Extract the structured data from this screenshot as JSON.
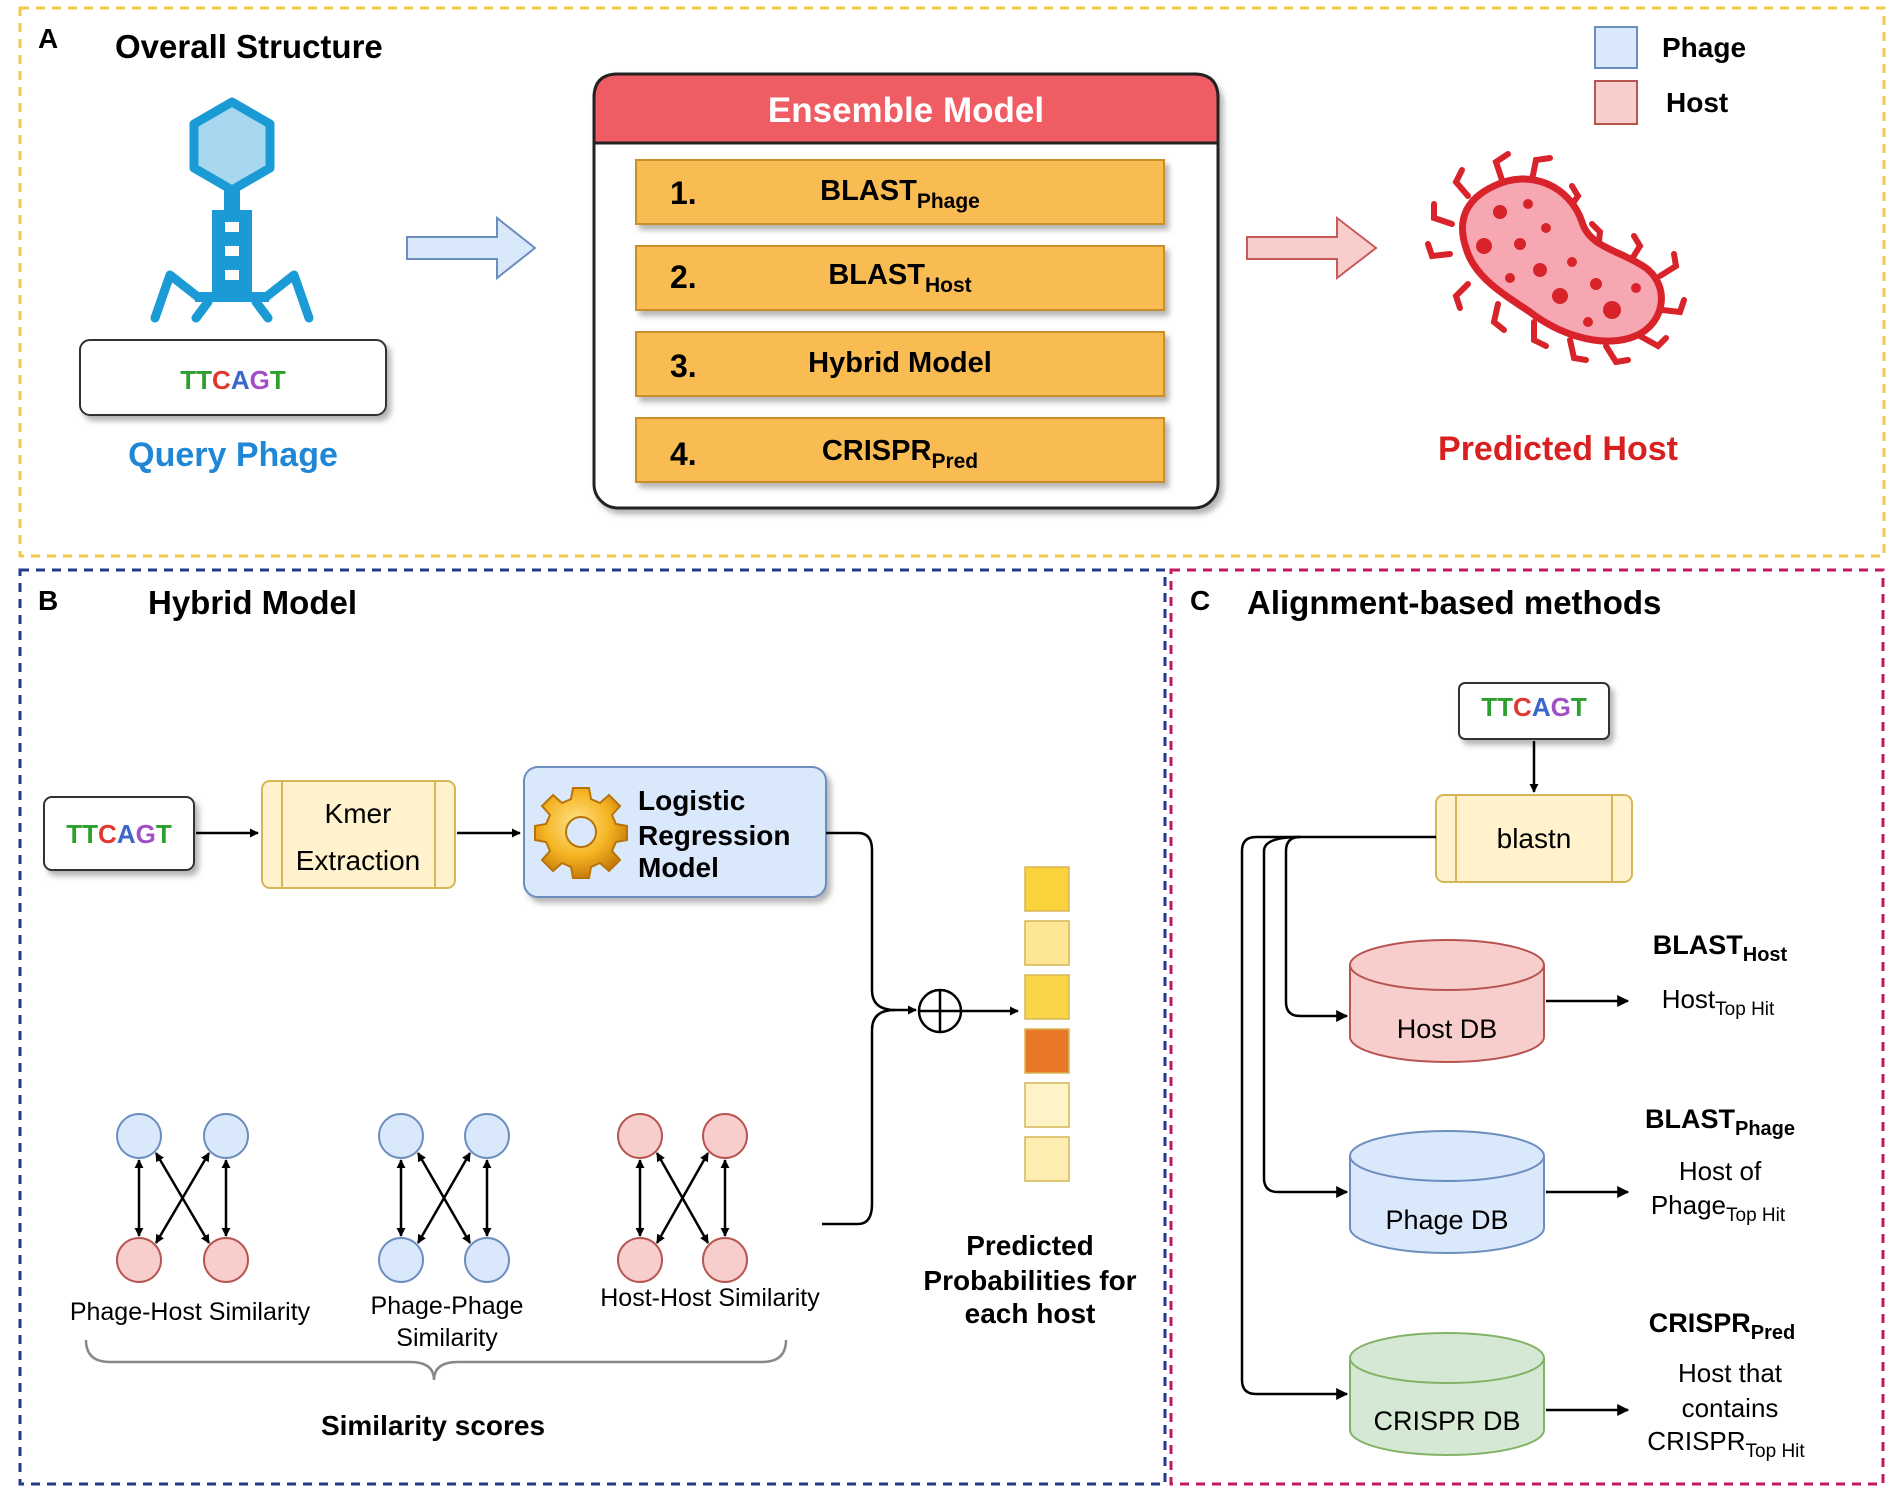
{
  "panel_a": {
    "letter": "A",
    "title": "Overall Structure",
    "legend": [
      {
        "label": "Phage",
        "color": "#dae8fc"
      },
      {
        "label": "Host",
        "color": "#f8cecc"
      }
    ],
    "query_label": "Query Phage",
    "ensemble": {
      "title": "Ensemble Model",
      "items": [
        {
          "num": "1.",
          "name": "BLAST",
          "sub": "Phage"
        },
        {
          "num": "2.",
          "name": "BLAST",
          "sub": "Host"
        },
        {
          "num": "3.",
          "name": "Hybrid Model",
          "sub": ""
        },
        {
          "num": "4.",
          "name": "CRISPR",
          "sub": "Pred"
        }
      ]
    },
    "predicted_host_label": "Predicted Host"
  },
  "sequence": [
    {
      "ch": "T",
      "color": "#2ca02c"
    },
    {
      "ch": "T",
      "color": "#2ca02c"
    },
    {
      "ch": "C",
      "color": "#e0382c"
    },
    {
      "ch": "A",
      "color": "#3a67c9"
    },
    {
      "ch": "G",
      "color": "#a04fc4"
    },
    {
      "ch": "T",
      "color": "#2ca02c"
    }
  ],
  "panel_b": {
    "letter": "B",
    "title": "Hybrid Model",
    "kmer": [
      "Kmer",
      "Extraction"
    ],
    "logistic": [
      "Logistic",
      "Regression",
      "Model"
    ],
    "similarities": [
      "Phage-Host Similarity",
      "Phage-Phage",
      "Similarity",
      "Host-Host Similarity"
    ],
    "similarity_scores": "Similarity scores",
    "prob_label": [
      "Predicted",
      "Probabilities for",
      "each host"
    ],
    "prob_levels": [
      0.75,
      0.35,
      0.7,
      1.0,
      0.12,
      0.22
    ]
  },
  "panel_c": {
    "letter": "C",
    "title": "Alignment-based methods",
    "blastn": "blastn",
    "dbs": [
      {
        "label": "Host DB",
        "method": "BLAST",
        "method_sub": "Host",
        "result": [
          "Host"
        ],
        "result_sub": "Top Hit"
      },
      {
        "label": "Phage DB",
        "method": "BLAST",
        "method_sub": "Phage",
        "result": [
          "Host of",
          "Phage"
        ],
        "result_sub": "Top Hit"
      },
      {
        "label": "CRISPR DB",
        "method": "CRISPR",
        "method_sub": "Pred",
        "result": [
          "Host that",
          "contains",
          "CRISPR"
        ],
        "result_sub": "Top Hit"
      }
    ]
  },
  "colors": {
    "orange": "#f9bc52",
    "ensemble_header": "#ef5c64",
    "query_blue": "#1f87d6",
    "predicted_red": "#d92020",
    "panel_a_border": "#f2c94c",
    "panel_b_border": "#233a8c",
    "panel_c_border": "#c21a62"
  }
}
